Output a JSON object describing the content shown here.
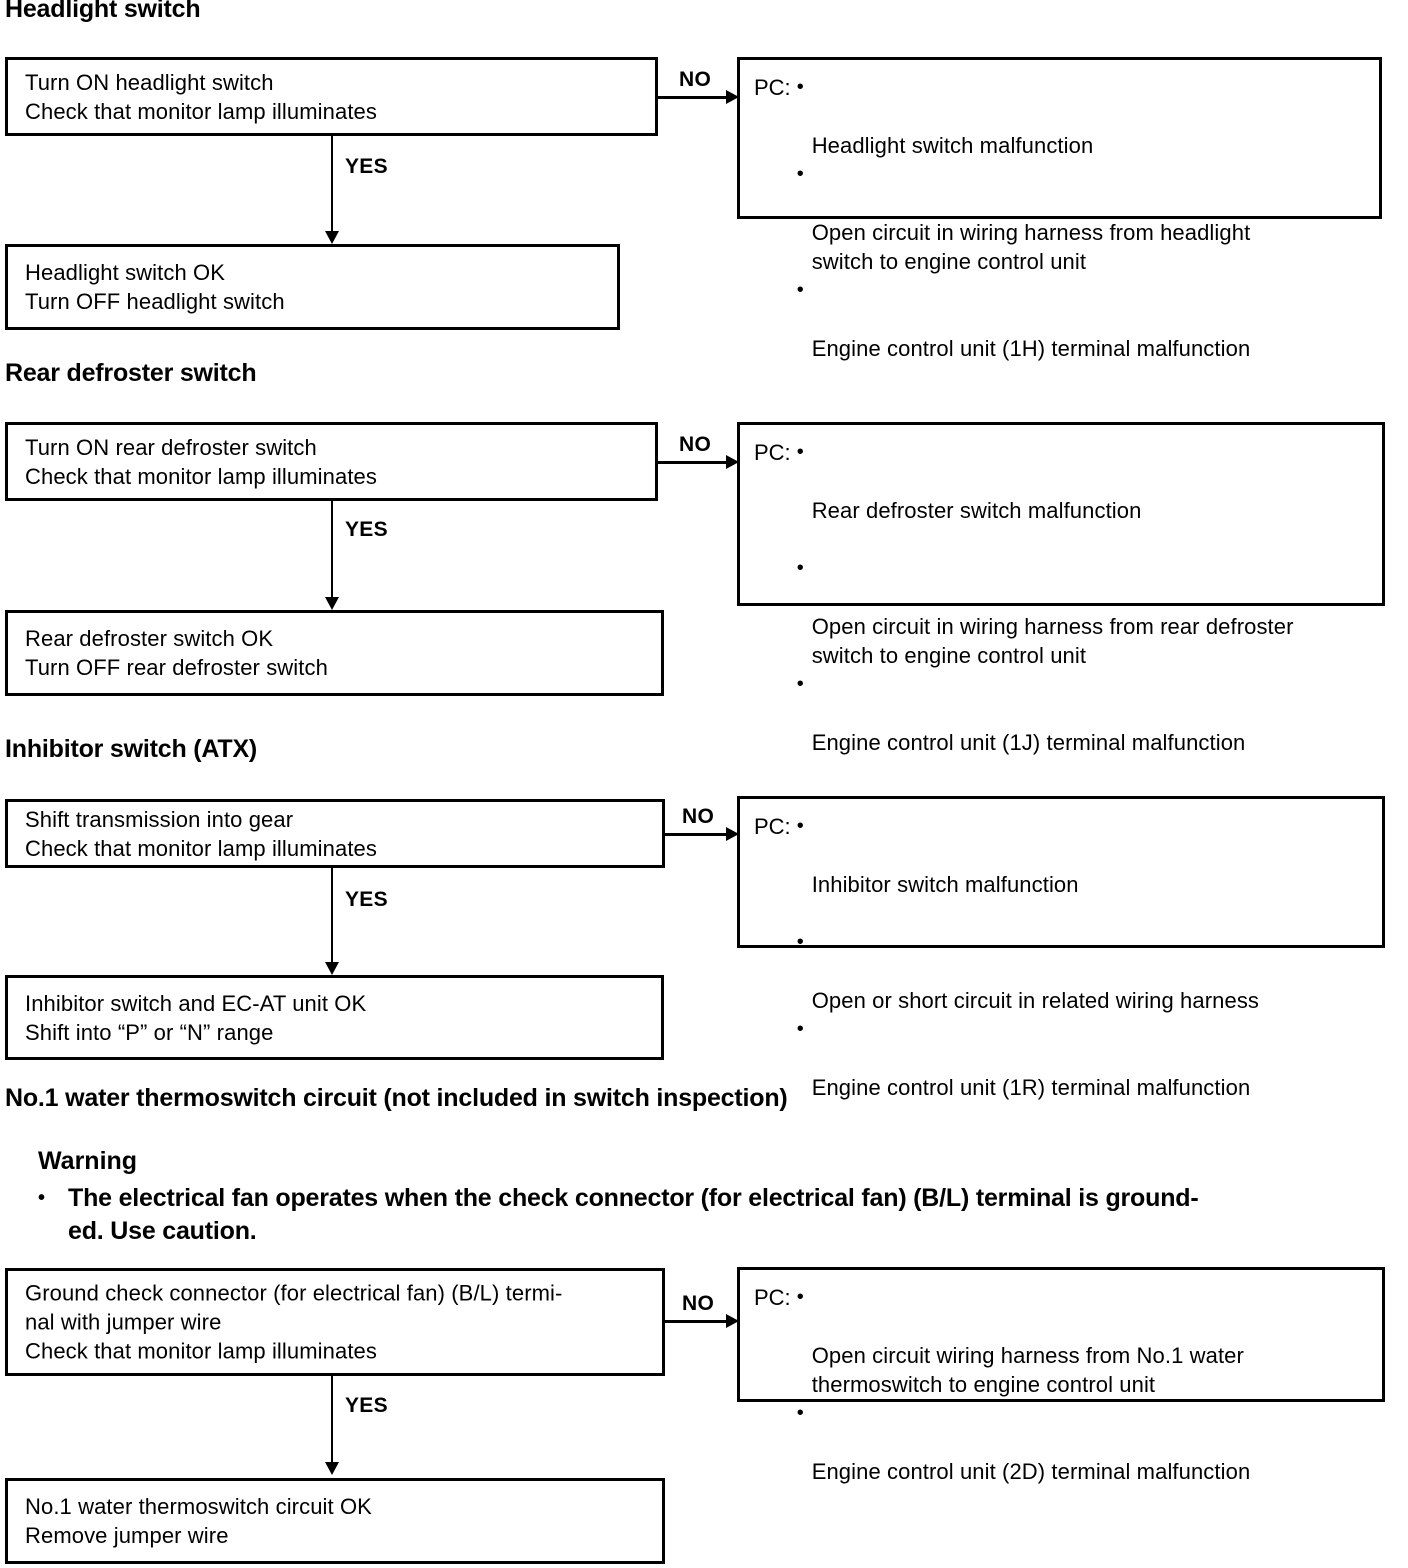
{
  "document": {
    "type": "troubleshooting-flowchart",
    "edge_labels": {
      "no": "NO",
      "yes": "YES"
    },
    "pc_prefix": "PC:",
    "bullet_glyph": "•"
  },
  "sections": [
    {
      "heading": "Headlight switch",
      "check_box": "Turn ON headlight switch\nCheck that monitor lamp illuminates",
      "ok_box": "Headlight switch OK\nTurn OFF headlight switch",
      "pc_items": [
        {
          "text": "Headlight switch malfunction",
          "gap_before": false
        },
        {
          "text": "Open circuit in wiring harness from headlight\nswitch to engine control unit",
          "gap_before": false
        },
        {
          "text": "Engine control unit (1H) terminal malfunction",
          "gap_before": false
        }
      ]
    },
    {
      "heading": "Rear defroster switch",
      "check_box": "Turn ON rear defroster switch\nCheck that monitor lamp illuminates",
      "ok_box": "Rear defroster switch OK\nTurn OFF rear defroster switch",
      "pc_items": [
        {
          "text": "Rear defroster switch malfunction",
          "gap_before": false
        },
        {
          "text": "Open circuit in wiring harness from rear defroster\nswitch to engine control unit",
          "gap_before": true
        },
        {
          "text": "Engine control unit (1J) terminal malfunction",
          "gap_before": false
        }
      ]
    },
    {
      "heading": "Inhibitor switch (ATX)",
      "check_box": "Shift transmission into gear\nCheck that monitor lamp illuminates",
      "ok_box": "Inhibitor switch and EC-AT unit OK\nShift into “P” or “N” range",
      "pc_items": [
        {
          "text": "Inhibitor switch malfunction",
          "gap_before": false
        },
        {
          "text": "Open or short circuit in related wiring harness",
          "gap_before": true
        },
        {
          "text": "Engine control unit (1R) terminal malfunction",
          "gap_before": false
        }
      ]
    },
    {
      "heading": "No.1 water thermoswitch circuit (not included in switch inspection)",
      "warning": {
        "title": "Warning",
        "text": "The electrical fan operates when the check connector (for electrical fan) (B/L) terminal is ground-\ned. Use caution."
      },
      "check_box": "Ground check connector (for electrical fan) (B/L) termi-\nnal with jumper wire\nCheck that monitor lamp illuminates",
      "ok_box": "No.1 water thermoswitch circuit OK\nRemove jumper wire",
      "pc_items": [
        {
          "text": "Open circuit wiring harness from No.1 water\nthermoswitch to engine control unit",
          "gap_before": false
        },
        {
          "text": "Engine control unit (2D) terminal malfunction",
          "gap_before": false
        }
      ]
    }
  ],
  "colors": {
    "ink": "#000000",
    "paper": "#ffffff"
  }
}
